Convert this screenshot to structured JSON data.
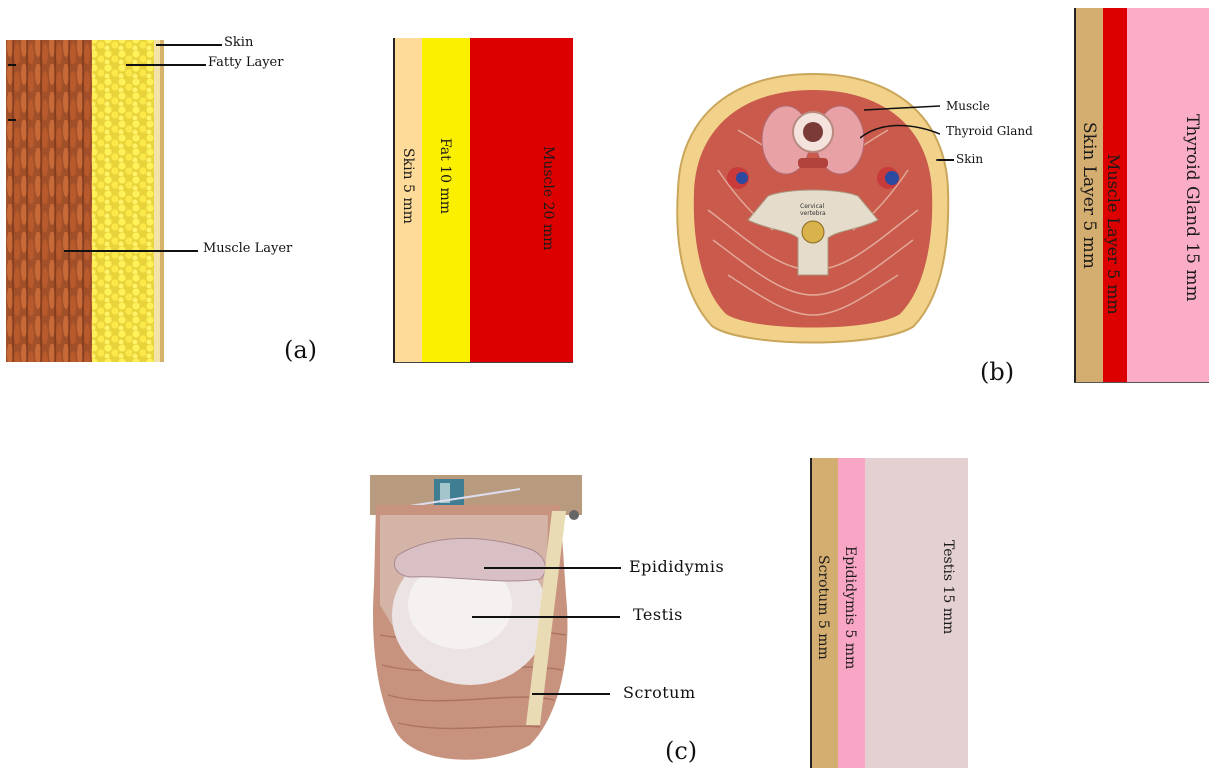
{
  "panel_a": {
    "letter": "(a)",
    "labels": {
      "skin": "Skin",
      "fatty": "Fatty Layer",
      "muscle": "Muscle Layer"
    },
    "layers": [
      {
        "name": "Skin 5 mm",
        "color": "#fedb99"
      },
      {
        "name": "Fat 10 mm",
        "color": "#fcf001"
      },
      {
        "name": "Muscle 20 mm",
        "color": "#dc0000"
      }
    ]
  },
  "panel_b": {
    "letter": "(b)",
    "labels": {
      "muscle": "Muscle",
      "thyroid": "Thyroid Gland",
      "skin": "Skin",
      "vertebra_line1": "Cervical",
      "vertebra_line2": "vertebra"
    },
    "layers": [
      {
        "name": "Skin Layer  5 mm",
        "color": "#d4ae70"
      },
      {
        "name": "Muscle Layer 5 mm",
        "color": "#dc0000"
      },
      {
        "name": "Thyroid Gland 15 mm",
        "color": "#fbadc7"
      }
    ]
  },
  "panel_c": {
    "letter": "(c)",
    "labels": {
      "epididymis": "Epididymis",
      "testis": "Testis",
      "scrotum": "Scrotum"
    },
    "layers": [
      {
        "name": "Scrotum 5 mm",
        "color": "#d4ae70"
      },
      {
        "name": "Epididymis 5 mm",
        "color": "#f9a6c6"
      },
      {
        "name": "Testis 15 mm",
        "color": "#e4d0d1"
      }
    ]
  }
}
